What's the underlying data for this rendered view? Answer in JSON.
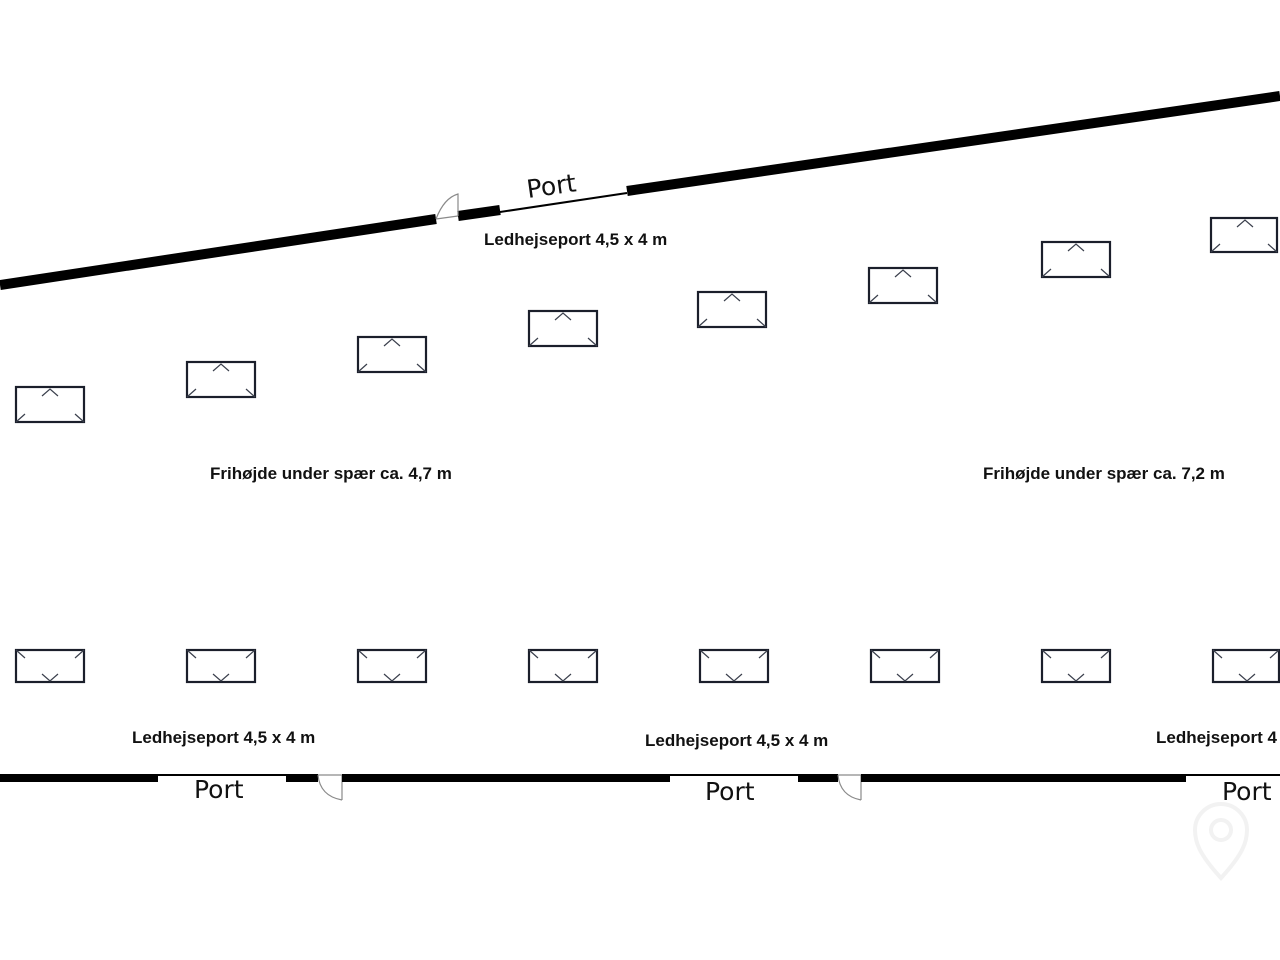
{
  "top_wall": {
    "port_label": "Port",
    "gate_label": "Ledhejseport 4,5 x 4 m"
  },
  "rooms": {
    "left_clearance": "Frihøjde under spær ca. 4,7 m",
    "right_clearance": "Frihøjde under spær ca. 7,2 m"
  },
  "bottom_wall": {
    "gates": [
      {
        "gate_label": "Ledhejseport 4,5 x 4 m",
        "port_label": "Port"
      },
      {
        "gate_label": "Ledhejseport 4,5 x 4 m",
        "port_label": "Port"
      },
      {
        "gate_label": "Ledhejseport 4",
        "port_label": "Port"
      }
    ]
  },
  "icons": {
    "skylight_top": "skylight-icon",
    "skylight_bottom": "skylight-icon",
    "door": "door-swing-icon",
    "watermark": "location-pin-icon"
  }
}
